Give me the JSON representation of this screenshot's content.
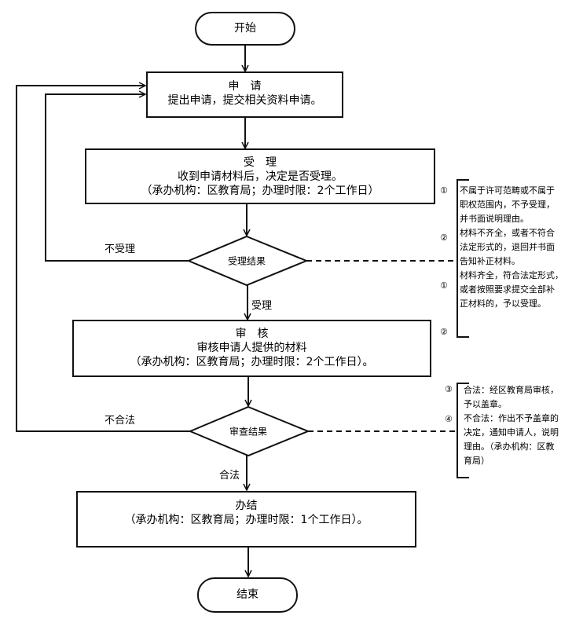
{
  "start": {
    "label": "开始"
  },
  "end": {
    "label": "结束"
  },
  "steps": [
    {
      "title": "申　请",
      "lines": [
        "提出申请，提交相关资料申请。"
      ]
    },
    {
      "title": "受　理",
      "lines": [
        "收到申请材料后，决定是否受理。",
        "（承办机构：区教育局；办理时限：2个工作日）"
      ]
    },
    {
      "title": "审　核",
      "lines": [
        "审核申请人提供的材料",
        "（承办机构：区教育局；办理时限：2个工作日）。"
      ]
    },
    {
      "title": "办结",
      "lines": [
        "（承办机构：区教育局；办理时限：1个工作日）。"
      ]
    }
  ],
  "decisions": [
    {
      "label": "受理结果",
      "no_label": "不受理",
      "yes_label": "受理"
    },
    {
      "label": "审查结果",
      "no_label": "不合法",
      "yes_label": "合法"
    }
  ],
  "notes": [
    {
      "markers": [
        "①",
        "②",
        "①",
        "②"
      ],
      "lines": [
        "不属于许可范畴或不属于",
        "职权范围内，不予受理，",
        "并书面说明理由。",
        "材料不齐全，或者不符合",
        "法定形式的，退回并书面",
        "告知补正材料。",
        "材料齐全，符合法定形式，",
        "或者按照要求提交全部补",
        "正材料的，予以受理。"
      ]
    },
    {
      "markers": [
        "③",
        "④"
      ],
      "lines": [
        "合法：经区教育局审核，",
        "予以盖章。",
        "不合法：作出不予盖章的",
        "决定，通知申请人，说明",
        "理由。（承办机构：区教",
        "育局）"
      ]
    }
  ]
}
